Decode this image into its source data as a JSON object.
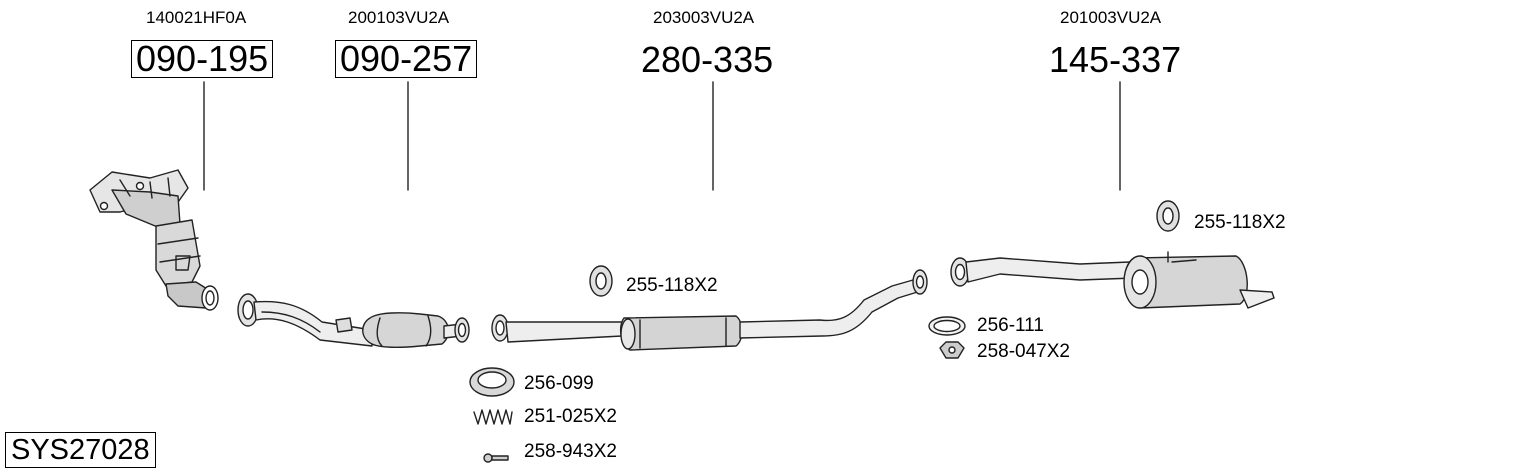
{
  "system_code": "SYS27028",
  "components": [
    {
      "oem": "140021HF0A",
      "part_number": "090-195"
    },
    {
      "oem": "200103VU2A",
      "part_number": "090-257"
    },
    {
      "oem": "203003VU2A",
      "part_number": "280-335"
    },
    {
      "oem": "201003VU2A",
      "part_number": "145-337"
    }
  ],
  "accessories": [
    {
      "label": "255-118X2",
      "icon": "rubber-hanger-icon"
    },
    {
      "label": "255-118X2",
      "icon": "rubber-hanger-icon"
    },
    {
      "label": "256-099",
      "icon": "flange-gasket-icon"
    },
    {
      "label": "251-025X2",
      "icon": "spring-icon"
    },
    {
      "label": "258-943X2",
      "icon": "bolt-icon"
    },
    {
      "label": "256-111",
      "icon": "ring-gasket-icon"
    },
    {
      "label": "258-047X2",
      "icon": "nut-icon"
    }
  ]
}
